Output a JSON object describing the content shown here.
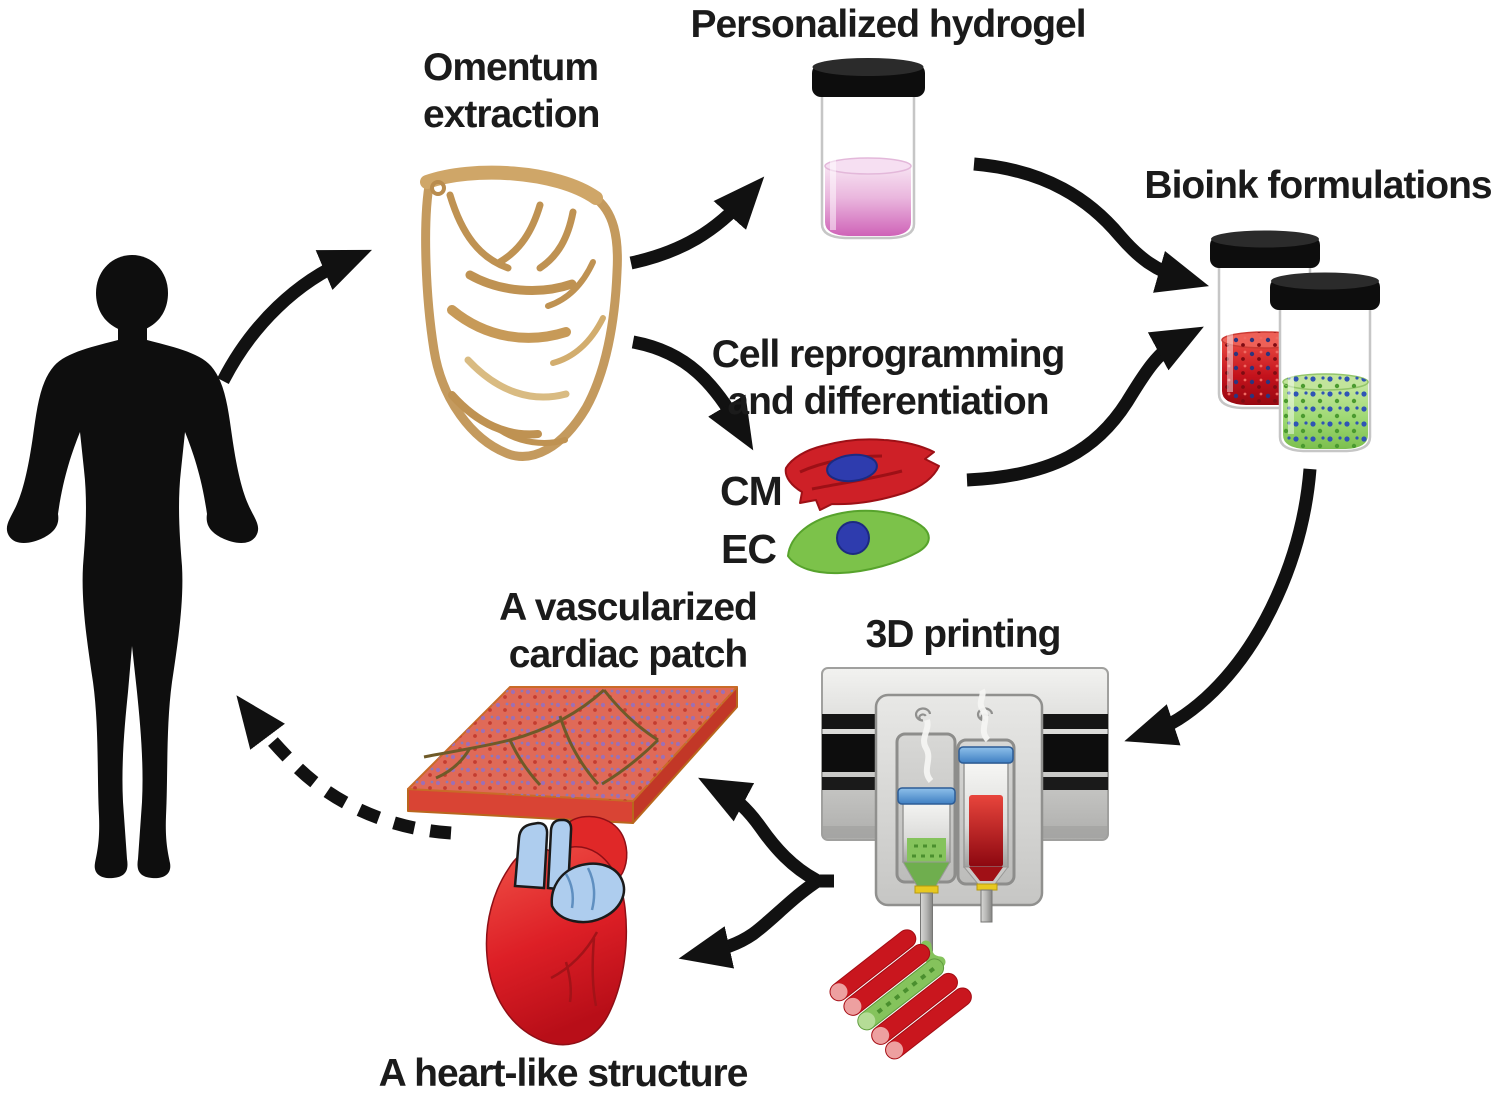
{
  "figure": {
    "type": "workflow-diagram",
    "background": "#ffffff"
  },
  "labels": {
    "omentum_line1": "Omentum",
    "omentum_line2": "extraction",
    "personalized_hydrogel": "Personalized hydrogel",
    "bioink_formulations": "Bioink formulations",
    "cell_reprogramming_line1": "Cell reprogramming",
    "cell_reprogramming_line2": "and differentiation",
    "cm": "CM",
    "ec": "EC",
    "vascularized_patch_line1": "A vascularized",
    "vascularized_patch_line2": "cardiac patch",
    "printing_3d": "3D printing",
    "heart_like_structure": "A heart-like structure"
  },
  "colors": {
    "text": "#1b1b1b",
    "arrow": "#111111",
    "human_silhouette": "#0e0e0e",
    "omentum_tan": "#c49a5e",
    "hydrogel_pink": "#d06cbe",
    "bioink_red": "#c4121c",
    "bioink_green": "#9ed873",
    "cm_cell_red": "#ce2027",
    "ec_cell_green": "#7cc24a",
    "nucleus_blue": "#2e3cae",
    "patch_red": "#df6a58",
    "patch_speckle_purple": "#9d6fb5",
    "heart_red": "#dd1f26",
    "heart_vessel_blue": "#aecdee",
    "printer_gray": "#d6d6d4",
    "printer_rail_black": "#0d0d0d",
    "plunger_blue": "#3f7fc2",
    "nozzle_ring_yellow": "#e8c91f",
    "filament_red": "#c9161e",
    "filament_green": "#85c35c"
  },
  "flow": [
    {
      "from": "patient",
      "to": "omentum-extraction",
      "style": "solid"
    },
    {
      "from": "omentum-extraction",
      "to": "personalized-hydrogel",
      "style": "solid"
    },
    {
      "from": "omentum-extraction",
      "to": "cell-reprogramming",
      "style": "solid"
    },
    {
      "from": "personalized-hydrogel",
      "to": "bioink-formulations",
      "style": "solid"
    },
    {
      "from": "cell-reprogramming",
      "to": "bioink-formulations",
      "style": "solid"
    },
    {
      "from": "bioink-formulations",
      "to": "3d-printing",
      "style": "solid"
    },
    {
      "from": "3d-printing",
      "to": "vascularized-cardiac-patch",
      "style": "solid"
    },
    {
      "from": "3d-printing",
      "to": "heart-like-structure",
      "style": "solid"
    },
    {
      "from": "vascularized-cardiac-patch",
      "to": "patient",
      "style": "dashed"
    }
  ]
}
